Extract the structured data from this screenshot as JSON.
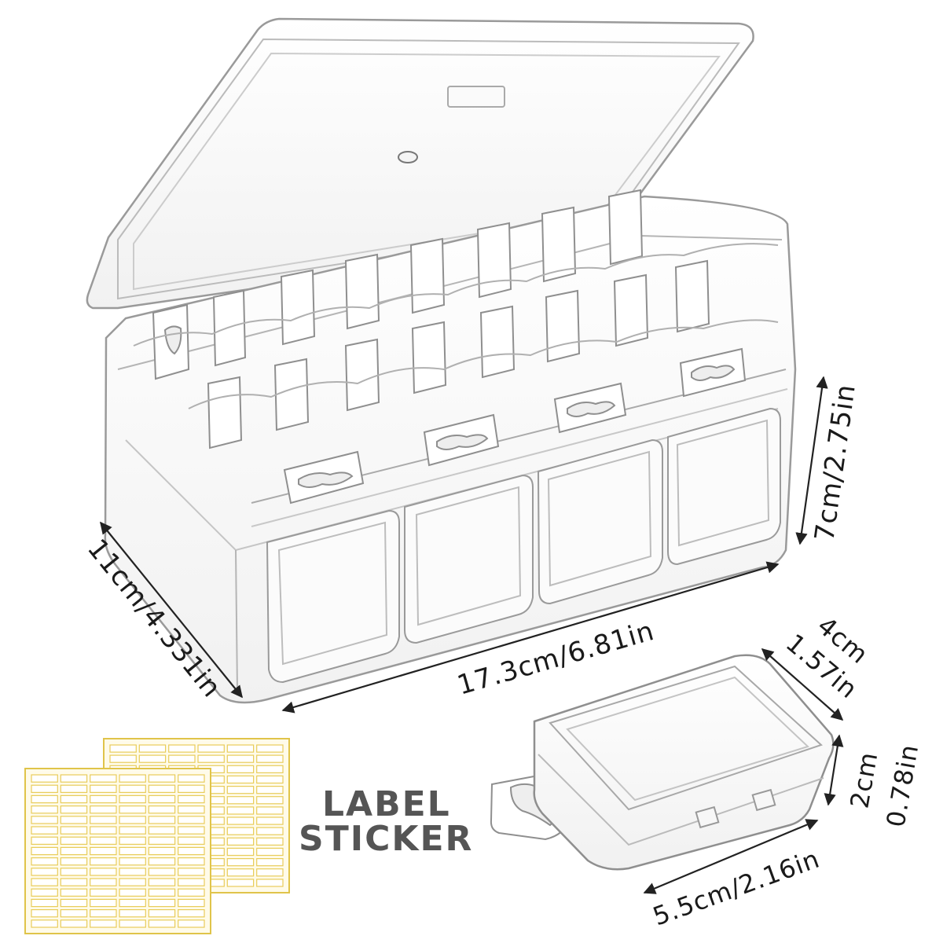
{
  "dimensions": {
    "length": "17.3cm/6.81in",
    "width": "11cm/4.331in",
    "height": "7cm/2.75in",
    "mini_length": "5.5cm/2.16in",
    "mini_width_cm": "4cm",
    "mini_width_in": "1.57in",
    "mini_height_cm": "2cm",
    "mini_height_in": "0.78in"
  },
  "sticker": {
    "line1": "LABEL",
    "line2": "STICKER"
  },
  "colors": {
    "outline": "#9a9a9a",
    "dark": "#333333",
    "sticker_yellow": "#e8cc5a",
    "sticker_fill": "#fffbe9"
  }
}
